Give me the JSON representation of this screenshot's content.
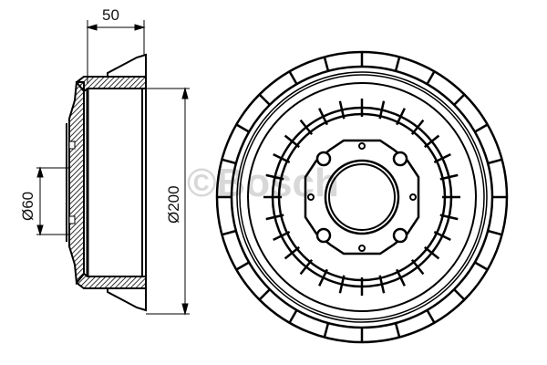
{
  "drawing": {
    "subject": "brake drum",
    "views": [
      "side-section",
      "front"
    ],
    "dimensions": {
      "width": "50",
      "hub_diameter": "Ø60",
      "drum_diameter": "Ø200"
    },
    "watermark": "©Bosch",
    "colors": {
      "line": "#000000",
      "background": "#ffffff",
      "watermark": "#d8d8d8"
    }
  }
}
